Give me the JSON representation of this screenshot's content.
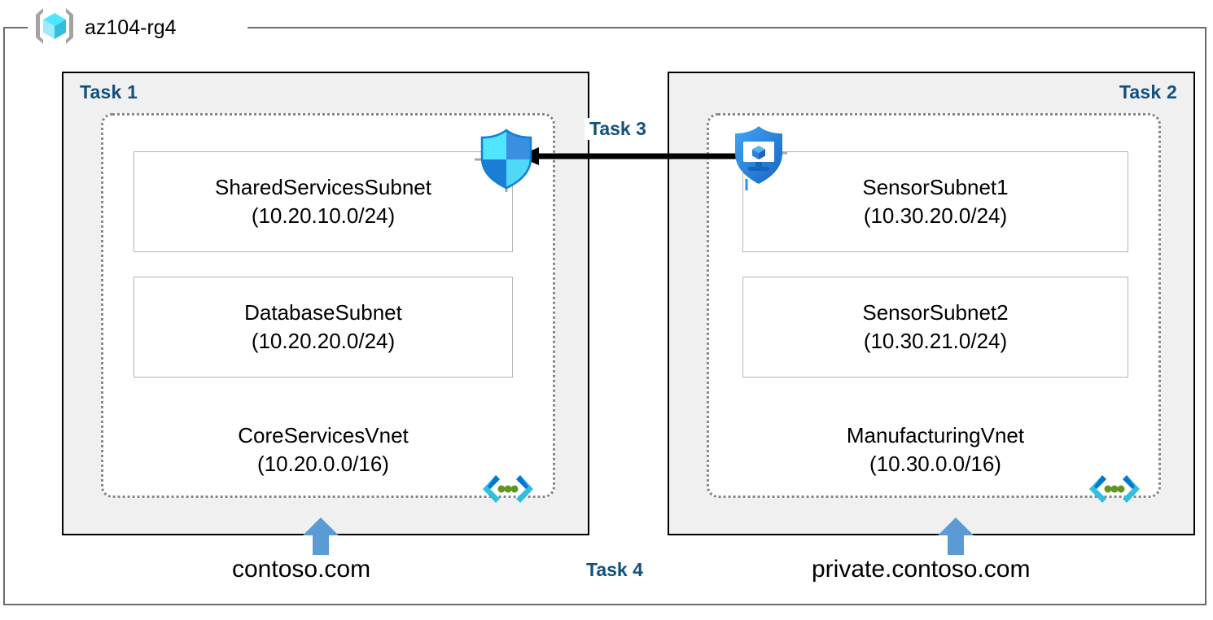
{
  "resource_group": {
    "name": "az104-rg4",
    "icon": "azure-resource-group-icon"
  },
  "panels": [
    {
      "id": "left",
      "task_label": "Task 1",
      "task_label_align": "left",
      "vnet": {
        "name": "CoreServicesVnet",
        "cidr": "(10.20.0.0/16)",
        "icon": "azure-virtual-network-icon",
        "subnets": [
          {
            "name": "SharedServicesSubnet",
            "cidr": "(10.20.10.0/24)"
          },
          {
            "name": "DatabaseSubnet",
            "cidr": "(10.20.20.0/24)"
          }
        ]
      },
      "dns_zone": "contoso.com"
    },
    {
      "id": "right",
      "task_label": "Task 2",
      "task_label_align": "right",
      "vnet": {
        "name": "ManufacturingVnet",
        "cidr": "(10.30.0.0/16)",
        "icon": "azure-virtual-network-icon",
        "subnets": [
          {
            "name": "SensorSubnet1",
            "cidr": "(10.30.20.0/24)"
          },
          {
            "name": "SensorSubnet2",
            "cidr": "(10.30.21.0/24)"
          }
        ]
      },
      "dns_zone": "private.contoso.com"
    }
  ],
  "icons": {
    "nsg": "network-security-group-shield-icon",
    "bastion": "azure-bastion-shield-monitor-icon"
  },
  "connector": {
    "task_label": "Task 3",
    "direction": "right-to-left"
  },
  "task4": {
    "task_label": "Task 4"
  },
  "colors": {
    "task_label": "#12507e",
    "panel_fill": "#f0f0f0",
    "panel_border": "#000000",
    "vnet_border": "#868686",
    "subnet_border": "#b4b4b4",
    "outer_border": "#6b6b6b",
    "arrow_blue": "#5b9bd5",
    "connector_black": "#000000",
    "azure_cyan": "#50e6ff",
    "azure_blue": "#0078d4"
  }
}
